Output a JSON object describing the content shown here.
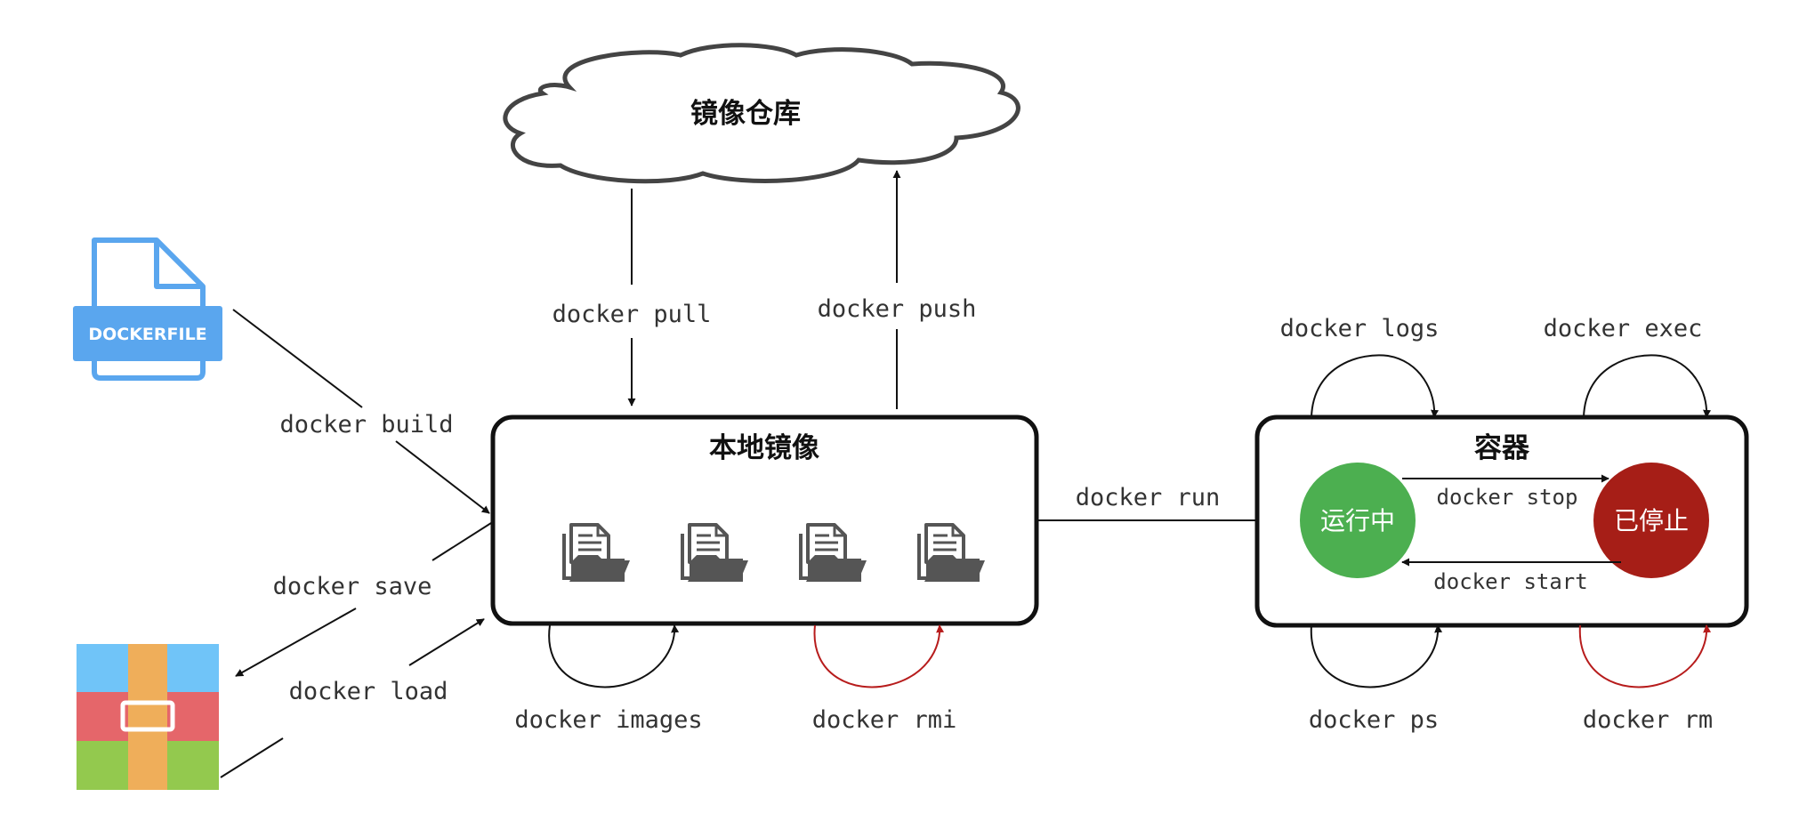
{
  "nodes": {
    "registry_label": "镜像仓库",
    "local_images_label": "本地镜像",
    "container_label": "容器",
    "running_label": "运行中",
    "stopped_label": "已停止",
    "dockerfile_label": "DOCKERFILE"
  },
  "commands": {
    "pull": "docker pull",
    "push": "docker push",
    "build": "docker build",
    "save": "docker save",
    "load": "docker load",
    "images": "docker images",
    "rmi": "docker rmi",
    "run": "docker run",
    "logs": "docker logs",
    "exec": "docker exec",
    "stop": "docker stop",
    "start": "docker start",
    "ps": "docker ps",
    "rm": "docker rm"
  },
  "colors": {
    "running": "#4caf50",
    "stopped": "#a61e17",
    "destructive_arrow": "#b71c1c",
    "dockerfile_blue": "#5aa6ee",
    "archive_top": "#70c4f8",
    "archive_mid": "#e5666a",
    "archive_bottom": "#93c94e",
    "archive_strap": "#efae5a"
  },
  "icons": {
    "dockerfile": "dockerfile-icon",
    "archive": "archive-icon",
    "image": "image-folder-icon",
    "registry": "cloud-icon"
  }
}
